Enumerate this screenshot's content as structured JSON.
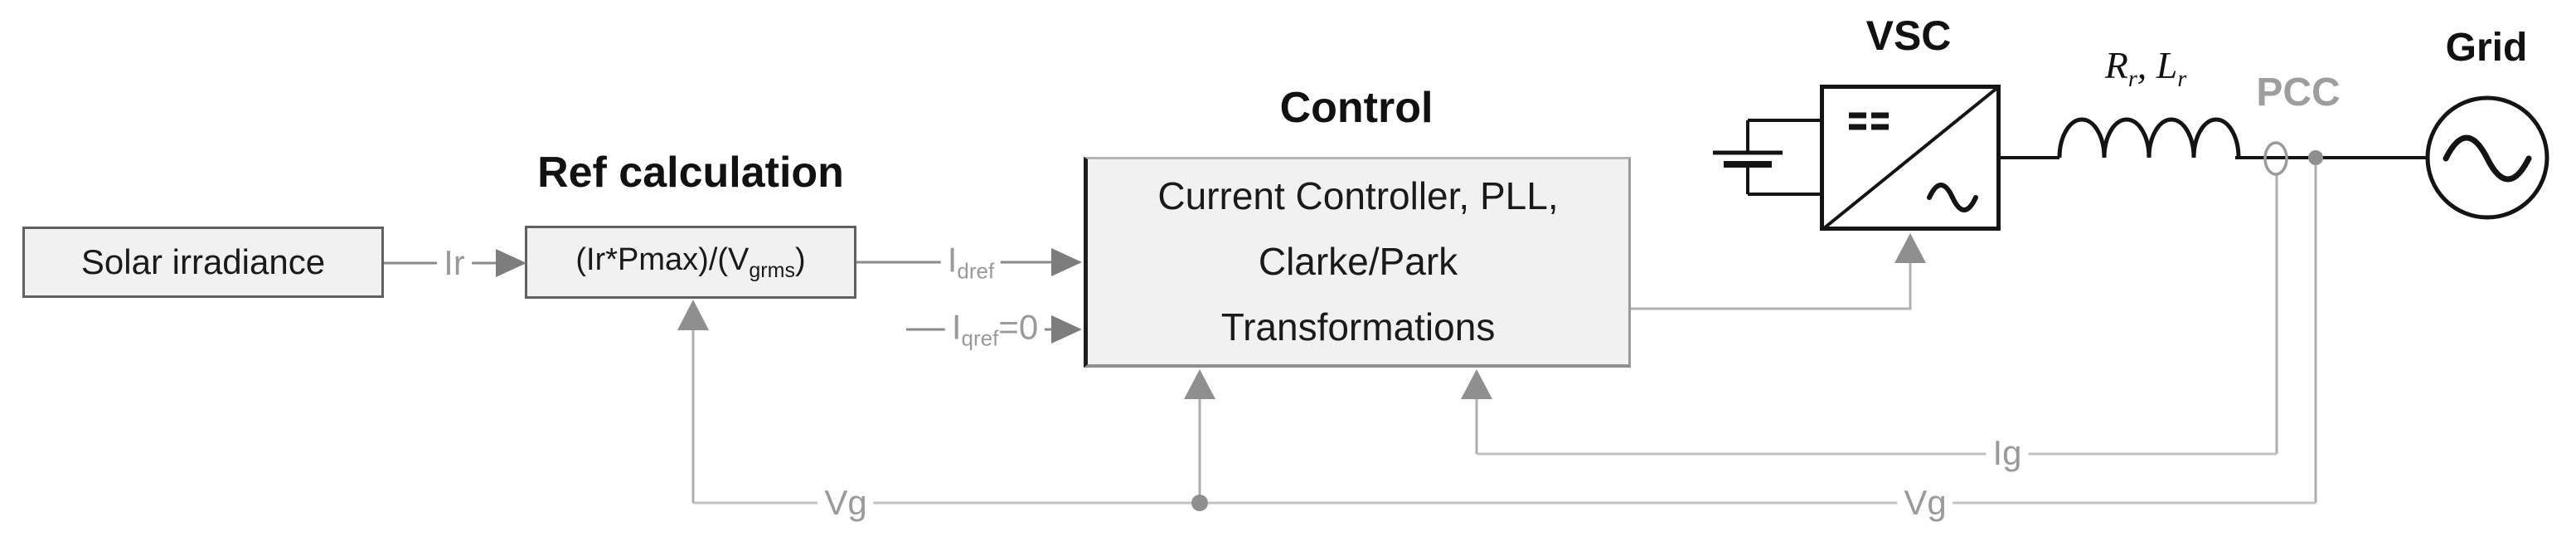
{
  "solar": {
    "label": "Solar irradiance"
  },
  "ref_calc": {
    "title": "Ref calculation",
    "formula_pre": "(Ir*Pmax)/(V",
    "formula_sub": "grms",
    "formula_post": ")"
  },
  "control": {
    "title": "Control",
    "lines": [
      "Current Controller, PLL,",
      "Clarke/Park",
      "Transformations"
    ]
  },
  "converter": {
    "label": "VSC"
  },
  "impedance": {
    "r_main": "R",
    "r_sub": "r",
    "separator": ", ",
    "l_main": "L",
    "l_sub": "r"
  },
  "pcc": {
    "label": "PCC"
  },
  "grid": {
    "label": "Grid"
  },
  "signals": {
    "ir": "Ir",
    "idref_main": "I",
    "idref_sub": "dref",
    "iqref_main": "I",
    "iqref_sub": "qref",
    "iqref_suffix": "=0",
    "ig": "Ig",
    "vg_left": "Vg",
    "vg_right": "Vg"
  },
  "colors": {
    "box_fill": "#f1f1f1",
    "box_border": "#606060",
    "signal_gray": "#8a8a8a",
    "feedback_gray": "#c2c2c2",
    "label_gray": "#9a9a9a",
    "pcc_gray": "#9e9e9e",
    "power_black": "#141414"
  }
}
